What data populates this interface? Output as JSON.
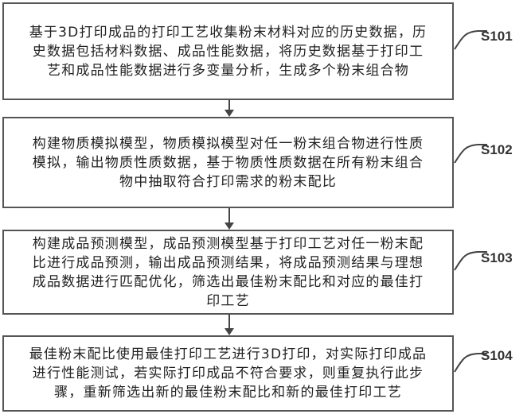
{
  "steps": [
    {
      "label": "S101",
      "lines": [
        "基于3D打印成品的打印工艺收集粉末材料对应的历史数据，历",
        "史数据包括材料数据、成品性能数据，将历史数据基于打印工",
        "艺和成品性能数据进行多变量分析，生成多个粉末组合物"
      ]
    },
    {
      "label": "S102",
      "lines": [
        "构建物质模拟模型，物质模拟模型对任一粉末组合物进行性质",
        "模拟，输出物质性质数据，基于物质性质数据在所有粉末组合",
        "物中抽取符合打印需求的粉末配比"
      ]
    },
    {
      "label": "S103",
      "lines": [
        "构建成品预测模型，成品预测模型基于打印工艺对任一粉末配",
        "比进行成品预测，输出成品预测结果，将成品预测结果与理想",
        "成品数据进行匹配优化，筛选出最佳粉末配比和对应的最佳打",
        "印工艺"
      ]
    },
    {
      "label": "S104",
      "lines": [
        "最佳粉末配比使用最佳打印工艺进行3D打印，对实际打印成品",
        "进行性能测试，若实际打印成品不符合要求，则重复执行此步",
        "骤，重新筛选出新的最佳粉末配比和新的最佳打印工艺"
      ]
    }
  ]
}
